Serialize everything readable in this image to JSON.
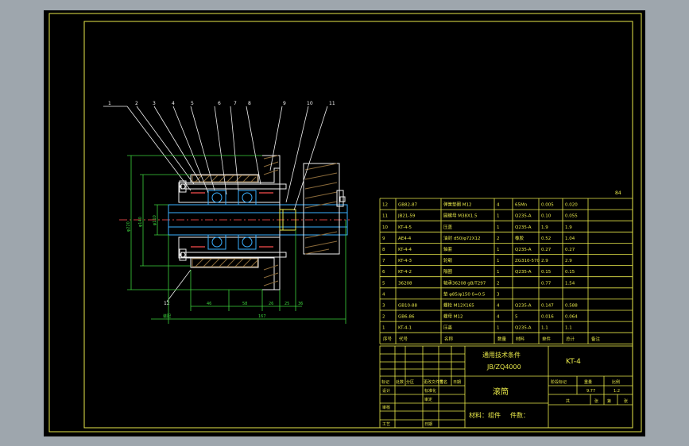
{
  "colors": {
    "frame": "#e8e84a",
    "outline": "#f0f0f0",
    "part": "#3ab0ff",
    "hatch": "#8a6a3a",
    "dim": "#3cd23c",
    "leader": "#f0f0f0",
    "center": "#d04040",
    "table": "#e8e84a"
  },
  "balloons": [
    "1",
    "2",
    "3",
    "4",
    "5",
    "6",
    "7",
    "8",
    "9",
    "10",
    "11",
    "12"
  ],
  "dims": {
    "d_outer": "φ220",
    "d_mid": "φ140",
    "d_inner": "φ110",
    "w1": "46",
    "w2": "58",
    "w3": "26",
    "w4": "25",
    "w5": "36",
    "total": "167",
    "left_label": "装配"
  },
  "corner_mark": "84",
  "bom": [
    {
      "no": "12",
      "code": "GB82-87",
      "name": "弹簧垫圈 M12",
      "qty": "4",
      "mat": "65Mn",
      "unit": "0.005",
      "total": "0.020"
    },
    {
      "no": "11",
      "code": "JB21-59",
      "name": "圆螺母 M38X1.5",
      "qty": "1",
      "mat": "Q235-A",
      "unit": "0.10",
      "total": "0.055"
    },
    {
      "no": "10",
      "code": "KT-4-5",
      "name": "压盖",
      "qty": "1",
      "mat": "Q235-A",
      "unit": "1.9",
      "total": "1.9"
    },
    {
      "no": "9",
      "code": "AE4-4",
      "name": "油封 d50/φ72X12",
      "qty": "2",
      "mat": "橡胶",
      "unit": "0.52",
      "total": "1.04"
    },
    {
      "no": "8",
      "code": "KT-4-4",
      "name": "轴套",
      "qty": "1",
      "mat": "Q235-A",
      "unit": "0.27",
      "total": "0.27"
    },
    {
      "no": "7",
      "code": "KT-4-3",
      "name": "轮毂",
      "qty": "1",
      "mat": "ZG310-570",
      "unit": "2.9",
      "total": "2.9"
    },
    {
      "no": "6",
      "code": "KT-4-2",
      "name": "隔圈",
      "qty": "1",
      "mat": "Q235-A",
      "unit": "0.15",
      "total": "0.15"
    },
    {
      "no": "5",
      "code": "36208",
      "name": "轴承36208 gB/T297",
      "qty": "2",
      "mat": "",
      "unit": "0.77",
      "total": "1.54"
    },
    {
      "no": "4",
      "code": "",
      "name": "垫 φ85/φ150 δ=0.5",
      "qty": "3",
      "mat": "",
      "unit": "",
      "total": ""
    },
    {
      "no": "3",
      "code": "GB10-88",
      "name": "螺栓 M12X165",
      "qty": "4",
      "mat": "Q235-A",
      "unit": "0.147",
      "total": "0.588"
    },
    {
      "no": "2",
      "code": "GB6-86",
      "name": "螺母 M12",
      "qty": "4",
      "mat": "5",
      "unit": "0.016",
      "total": "0.064"
    },
    {
      "no": "1",
      "code": "KT-4-1",
      "name": "压盖",
      "qty": "1",
      "mat": "Q235-A",
      "unit": "1.1",
      "total": "1.1"
    }
  ],
  "bom_header": [
    "序号",
    "代号",
    "名称",
    "数量",
    "材料",
    "单件",
    "总计",
    "备注"
  ],
  "title_block": {
    "standard": "通用技术条件",
    "standard_no": "JB/ZQ4000",
    "drawing_no": "KT-4",
    "part_name": "滚筒",
    "material": "材料：组件",
    "count_label": "件数：",
    "rev_header": [
      "标记",
      "处数",
      "分区",
      "更改文件号",
      "签名",
      "日期"
    ],
    "roles": [
      "设计",
      "审核",
      "工艺",
      "标准化",
      "审定",
      "日期"
    ],
    "stage_header": [
      "阶段标记",
      "重量",
      "比例"
    ],
    "weight": "9.77",
    "scale": "1:2",
    "sheet": [
      "共",
      "张",
      "第",
      "张"
    ]
  }
}
